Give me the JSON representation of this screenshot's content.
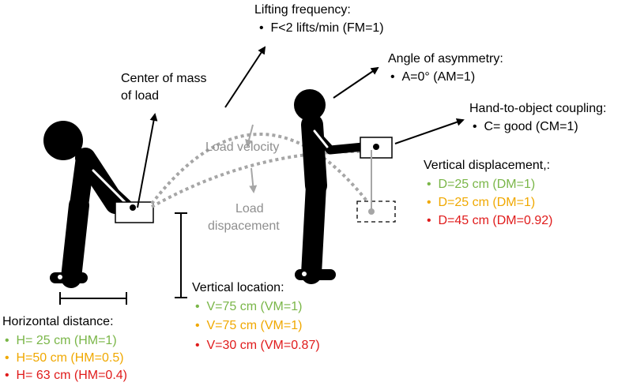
{
  "lifting_frequency": {
    "title": "Lifting frequency:",
    "bullet": "F<2 lifts/min (FM=1)"
  },
  "angle_asymmetry": {
    "title": "Angle of asymmetry:",
    "bullet": "A=0° (AM=1)"
  },
  "coupling": {
    "title": "Hand-to-object coupling:",
    "bullet": "C= good (CM=1)"
  },
  "center_of_mass": {
    "line1": "Center of mass",
    "line2": "of load"
  },
  "load_velocity": "Load velocity",
  "load_displacement": {
    "line1": "Load",
    "line2": "dispacement"
  },
  "vertical_displacement": {
    "title": "Vertical displacement,:",
    "items": [
      {
        "text": "D=25 cm (DM=1)",
        "color": "#7ab648"
      },
      {
        "text": "D=25 cm (DM=1)",
        "color": "#f0a800"
      },
      {
        "text": "D=45 cm (DM=0.92)",
        "color": "#e01b1b"
      }
    ]
  },
  "vertical_location": {
    "title": "Vertical location:",
    "items": [
      {
        "text": "V=75 cm (VM=1)",
        "color": "#7ab648"
      },
      {
        "text": "V=75 cm (VM=1)",
        "color": "#f0a800"
      },
      {
        "text": "V=30 cm (VM=0.87)",
        "color": "#e01b1b"
      }
    ]
  },
  "horizontal_distance": {
    "title": "Horizontal distance:",
    "items": [
      {
        "text": "H= 25 cm (HM=1)",
        "color": "#7ab648"
      },
      {
        "text": "H=50 cm (HM=0.5)",
        "color": "#f0a800"
      },
      {
        "text": "H= 63 cm (HM=0.4)",
        "color": "#e01b1b"
      }
    ]
  },
  "bullet_char": "•",
  "colors": {
    "figure": "#000000",
    "path": "#a6a6a6",
    "gray_text": "#8f8f8f"
  }
}
